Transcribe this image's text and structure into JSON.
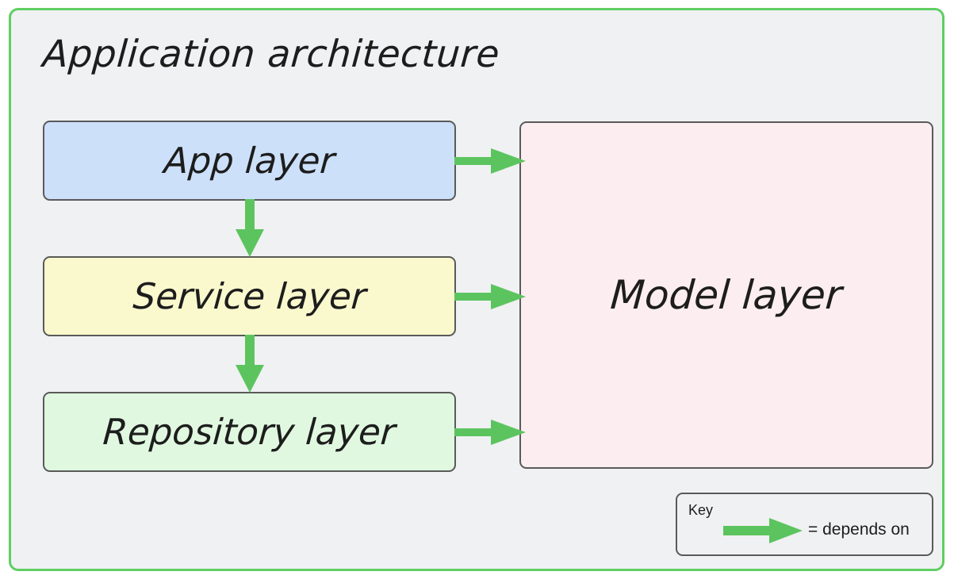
{
  "diagram": {
    "title": "Application architecture",
    "frame_border_color": "#5fce63",
    "frame_background_color": "#f0f1f2",
    "arrow_color": "#5cc45f",
    "box_border_color": "#5a5a5a",
    "boxes": [
      {
        "id": "app",
        "label": "App layer",
        "fill": "#cce0fa"
      },
      {
        "id": "service",
        "label": "Service layer",
        "fill": "#faf8cd"
      },
      {
        "id": "repository",
        "label": "Repository layer",
        "fill": "#e0f8e0"
      },
      {
        "id": "model",
        "label": "Model layer",
        "fill": "#fceef0"
      }
    ],
    "edges": [
      {
        "from": "app",
        "to": "model",
        "relation": "depends on",
        "direction": "horizontal"
      },
      {
        "from": "service",
        "to": "model",
        "relation": "depends on",
        "direction": "horizontal"
      },
      {
        "from": "repository",
        "to": "model",
        "relation": "depends on",
        "direction": "horizontal"
      },
      {
        "from": "app",
        "to": "service",
        "relation": "depends on",
        "direction": "vertical"
      },
      {
        "from": "service",
        "to": "repository",
        "relation": "depends on",
        "direction": "vertical"
      }
    ],
    "key": {
      "title": "Key",
      "legend_text": "= depends on",
      "arrow_icon": "arrow-right-icon"
    }
  }
}
